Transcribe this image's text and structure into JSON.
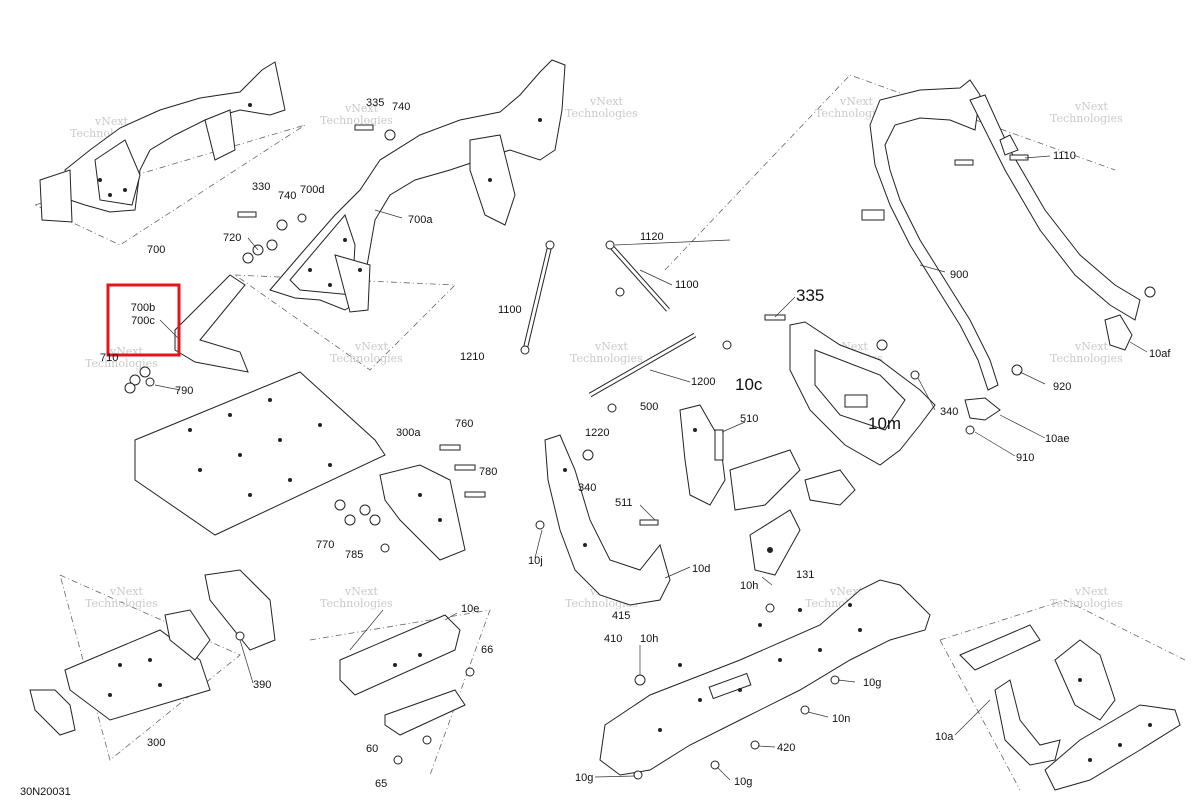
{
  "callout_color": "#e3141b",
  "callout": {
    "line1": "700b",
    "line2": "700c"
  },
  "labels": {
    "l700": "700",
    "l710": "710",
    "l790": "790",
    "l720": "720",
    "l330": "330",
    "l740a": "740",
    "l700d": "700d",
    "l335a": "335",
    "l740b": "740",
    "l700a": "700a",
    "l1100a": "1100",
    "l1210": "1210",
    "l1120": "1120",
    "l1100b": "1100",
    "l1200": "1200",
    "l1220": "1220",
    "l335b": "335",
    "l10c": "10c",
    "l10m": "10m",
    "l340a": "340",
    "l1110": "1110",
    "l900": "900",
    "l10af": "10af",
    "l920": "920",
    "l10ae": "10ae",
    "l910": "910",
    "l300a": "300a",
    "l760": "760",
    "l780": "780",
    "l770": "770",
    "l785": "785",
    "l500": "500",
    "l510": "510",
    "l340b": "340",
    "l511": "511",
    "l10j": "10j",
    "l10d": "10d",
    "l10h_a": "10h",
    "l131": "131",
    "l415": "415",
    "l390": "390",
    "l300": "300",
    "l10e": "10e",
    "l66": "66",
    "l60": "60",
    "l65": "65",
    "l410": "410",
    "l10h_b": "10h",
    "l10g_a": "10g",
    "l10n": "10n",
    "l420": "420",
    "l10g_b": "10g",
    "l10g_c": "10g",
    "l10a": "10a"
  },
  "watermark": {
    "line1": "vNext",
    "line2": "Technologies"
  },
  "figure_code": "30N20031"
}
